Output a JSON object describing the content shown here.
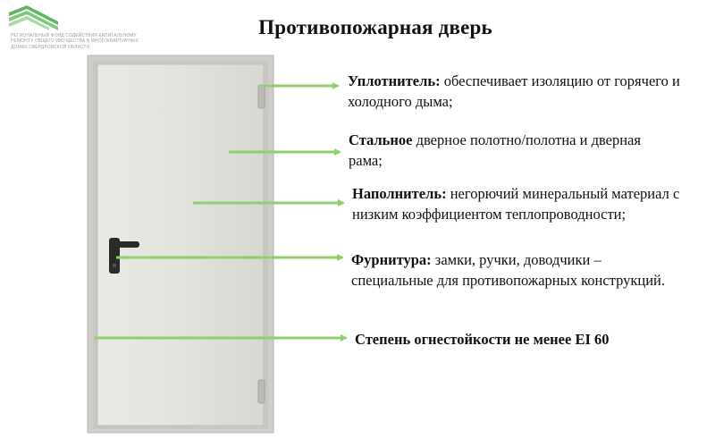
{
  "logo": {
    "icon": "house-roof-stripes-icon",
    "text_lines": [
      "Региональный фонд содействия капитальному",
      "ремонту общего имущества в многоквартирных",
      "домах Свердловской области"
    ]
  },
  "title": "Противопожарная дверь",
  "colors": {
    "arrow": "#8ed16a",
    "logo_green": "#5db85d",
    "door_panel": "#e3e1dc",
    "door_frame": "#cfcdc8",
    "handle": "#2a2a2a"
  },
  "callouts": [
    {
      "term": "Уплотнитель:",
      "text": " обеспечивает изоляцию от горячего и холодного дыма;"
    },
    {
      "term": "Стальное",
      "text": " дверное полотно/полотна и дверная рама;"
    },
    {
      "term": "Наполнитель:",
      "text": " негорючий минеральный материал с низким коэффициентом теплопроводности;"
    },
    {
      "term": "Фурнитура:",
      "text": " замки, ручки, доводчики – специальные для противопожарных конструкций."
    },
    {
      "term": "Степень огнестойкости не менее EI 60",
      "text": ""
    }
  ]
}
